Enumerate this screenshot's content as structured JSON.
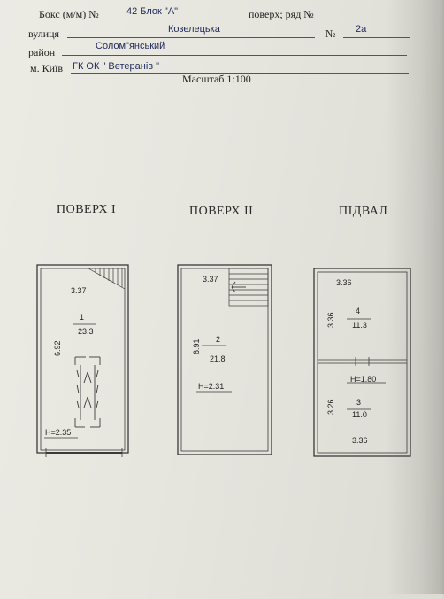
{
  "header": {
    "box_label": "Бокс (м/м) №",
    "box_value": "42 Блок \"А\"",
    "floor_row_label": "поверх;  ряд №",
    "street_label": "вулиця",
    "street_value": "Козелецька",
    "number_label": "№",
    "number_value": "2а",
    "district_label": "район",
    "district_value": "Солом\"янський",
    "city_label": "м. Київ",
    "org_value": "ГК ОК \"  Ветеранів \""
  },
  "scale_label": "Масштаб 1:100",
  "floors": {
    "floor1": {
      "title": "ПОВЕРХ  І",
      "width": "3.37",
      "length": "6.92",
      "room_no": "1",
      "area": "23.3",
      "height": "Н=2.35"
    },
    "floor2": {
      "title": "ПОВЕРХ  ІІ",
      "width": "3.37",
      "length": "6.91",
      "room_no": "2",
      "area": "21.8",
      "height": "Н=2.31"
    },
    "basement": {
      "title": "ПІДВАЛ",
      "width_top": "3.36",
      "room4_len": "3.36",
      "room4_no": "4",
      "room4_area": "11.3",
      "height": "Н=1.80",
      "room3_len": "3.26",
      "room3_no": "3",
      "room3_area": "11.0",
      "width_bottom": "3.36"
    }
  },
  "colors": {
    "paper": "#e8e7e0",
    "ink_handwriting": "#1f2a5a",
    "ink_print": "#222222",
    "wall": "#3a3a3a"
  }
}
